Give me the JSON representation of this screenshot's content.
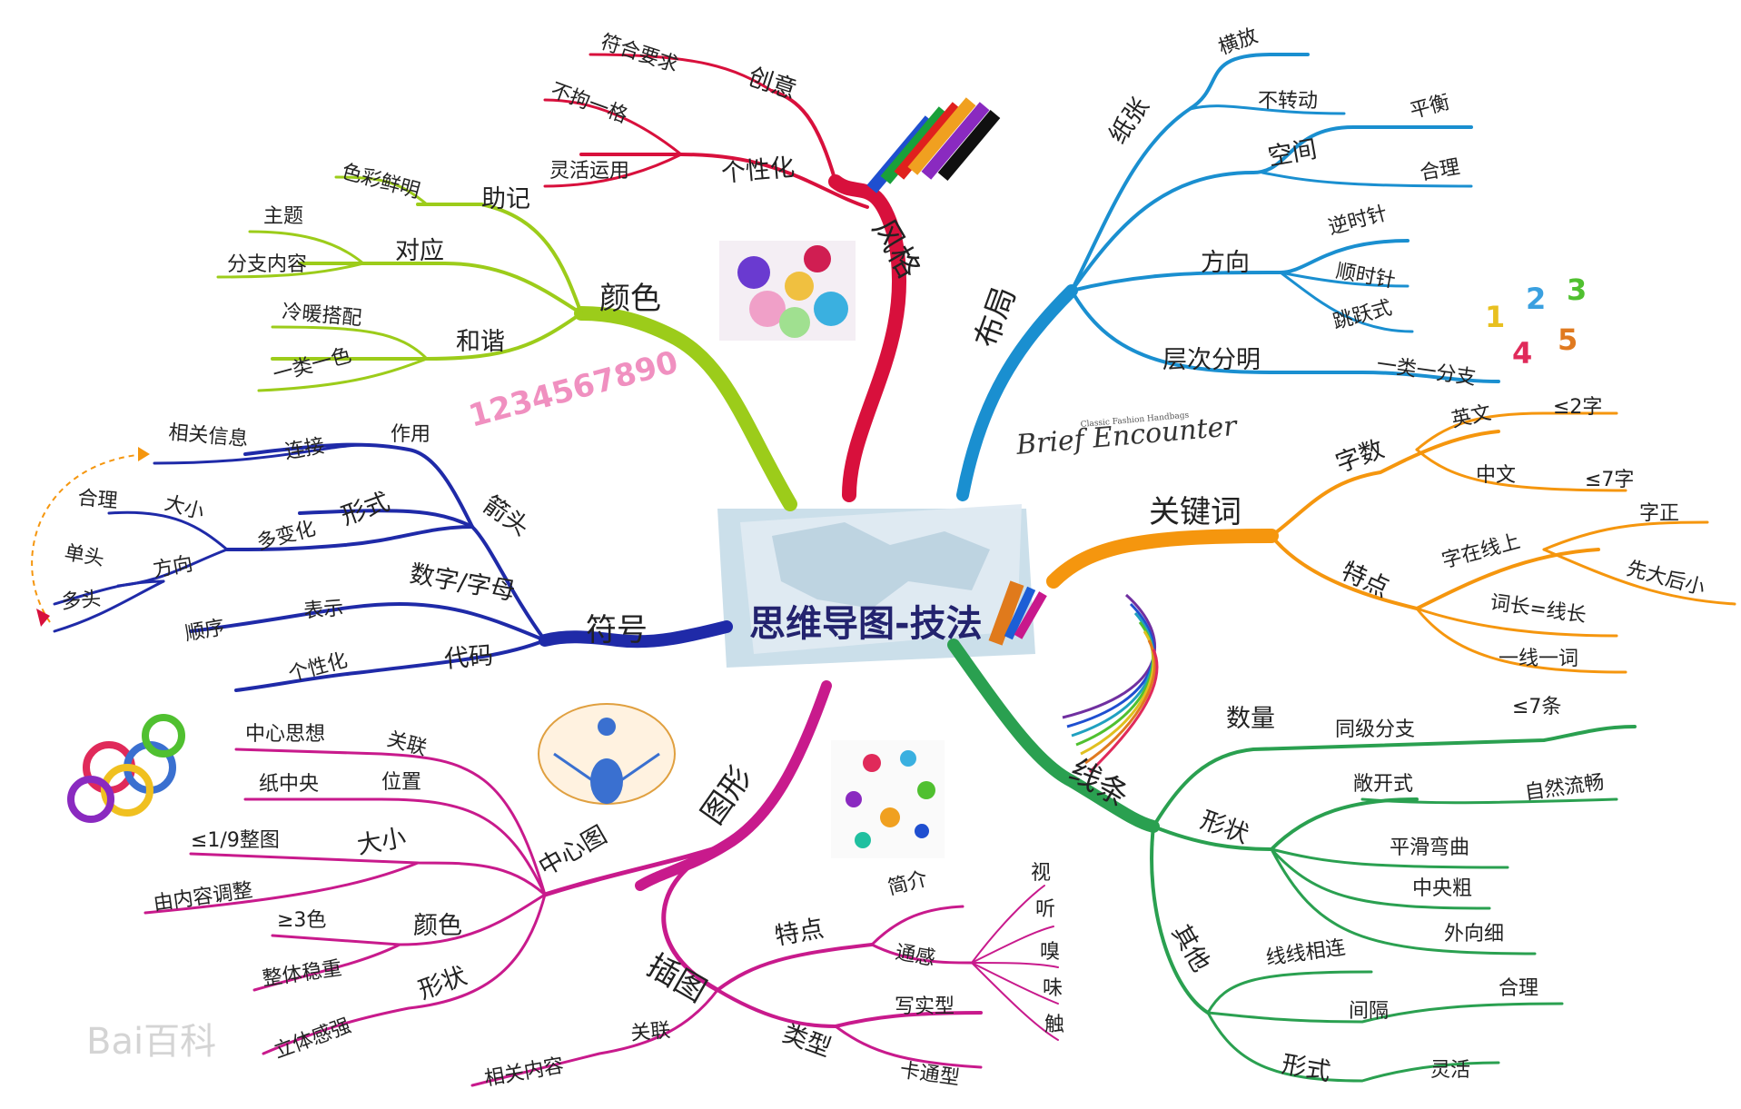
{
  "center": {
    "title": "思维导图-技法"
  },
  "colors": {
    "style": "#d8103c",
    "layout": "#1a8fd0",
    "keyword": "#f5960e",
    "line": "#2aa050",
    "graphic": "#c81a8c",
    "symbol": "#1f2aa8",
    "color": "#9ccc1a",
    "dashed_arrow": "#f5960e"
  },
  "branches": {
    "style": {
      "label": "风格",
      "creative": "创意",
      "meet": "符合要求",
      "personal": "个性化",
      "unbound": "不拘一格",
      "flexible": "灵活运用"
    },
    "color": {
      "label": "颜色",
      "mnemonic": "助记",
      "vivid": "色彩鲜明",
      "correspond": "对应",
      "theme": "主题",
      "branch_content": "分支内容",
      "harmony": "和谐",
      "warm_cool": "冷暖搭配",
      "one_color": "一类一色"
    },
    "layout": {
      "label": "布局",
      "paper": "纸张",
      "landscape": "横放",
      "no_rotate": "不转动",
      "space": "空间",
      "balance": "平衡",
      "reasonable": "合理",
      "direction": "方向",
      "ccw": "逆时针",
      "cw": "顺时针",
      "jump": "跳跃式",
      "hierarchy": "层次分明",
      "one_class": "一类一分支"
    },
    "keyword": {
      "label": "关键词",
      "word_count": "字数",
      "english": "英文",
      "le2": "≤2字",
      "chinese": "中文",
      "le7": "≤7字",
      "feature": "特点",
      "on_line": "字在线上",
      "upright": "字正",
      "big_first": "先大后小",
      "len_eq": "词长=线长",
      "one_word": "一线一词"
    },
    "line": {
      "label": "线条",
      "quantity": "数量",
      "same_level": "同级分支",
      "le7": "≤7条",
      "shape": "形状",
      "open": "敞开式",
      "natural": "自然流畅",
      "smooth": "平滑弯曲",
      "center_thick": "中央粗",
      "outer_thin": "外向细",
      "other": "其他",
      "connect": "线线相连",
      "gap": "间隔",
      "reasonable": "合理",
      "form": "形式",
      "flexible": "灵活"
    },
    "graphic": {
      "label": "图形",
      "center_img": "中心图",
      "relate": "关联",
      "main_idea": "中心思想",
      "position": "位置",
      "paper_center": "纸中央",
      "size": "大小",
      "ninth": "≤1/9整图",
      "adjust": "由内容调整",
      "color": "颜色",
      "three": "≥3色",
      "stable": "整体稳重",
      "shape": "形状",
      "stereo": "立体感强",
      "illus": "插图",
      "feature": "特点",
      "intro": "简介",
      "synesthesia": "通感",
      "see": "视",
      "hear": "听",
      "smell": "嗅",
      "taste": "味",
      "touch": "触",
      "type": "类型",
      "realistic": "写实型",
      "cartoon": "卡通型",
      "illus_relate": "关联",
      "related_content": "相关内容"
    },
    "symbol": {
      "label": "符号",
      "arrow": "箭头",
      "effect": "作用",
      "connect": "连接",
      "related_info": "相关信息",
      "form": "形式",
      "varied": "多变化",
      "size": "大小",
      "reasonable": "合理",
      "direction": "方向",
      "single": "单头",
      "multi": "多头",
      "numletter": "数字/字母",
      "express": "表示",
      "order": "顺序",
      "code": "代码",
      "personal": "个性化"
    }
  },
  "decor": {
    "brand_text": "Brief Encounter",
    "brand_small": "Classic Fashion Handbags",
    "numbers_text": "1234567890",
    "numbers_right": [
      "1",
      "2",
      "3",
      "4",
      "5"
    ],
    "watermark": "Bai百科"
  }
}
